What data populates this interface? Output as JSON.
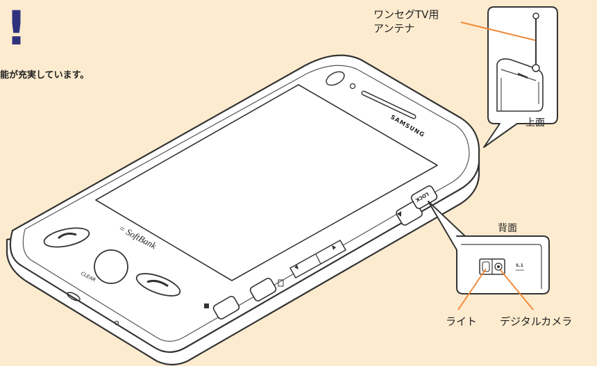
{
  "page": {
    "headline_mark": "!",
    "lead_text": "能が充実しています。"
  },
  "device": {
    "brand": "SAMSUNG",
    "carrier_logo": "= SoftBank",
    "clear_label": "CLEAR",
    "lock_key_label": "LOCK"
  },
  "callouts": {
    "antenna_label_line1": "ワンセグTV用",
    "antenna_label_line2": "アンテナ",
    "top_view_label": "上面",
    "back_view_label": "背面",
    "light_label": "ライト",
    "camera_label": "デジタルカメラ"
  },
  "colors": {
    "background": "#fdebcf",
    "headline": "#30327e",
    "leader_line": "#f08a3a",
    "outline": "#333333",
    "device_fill": "#ffffff"
  }
}
